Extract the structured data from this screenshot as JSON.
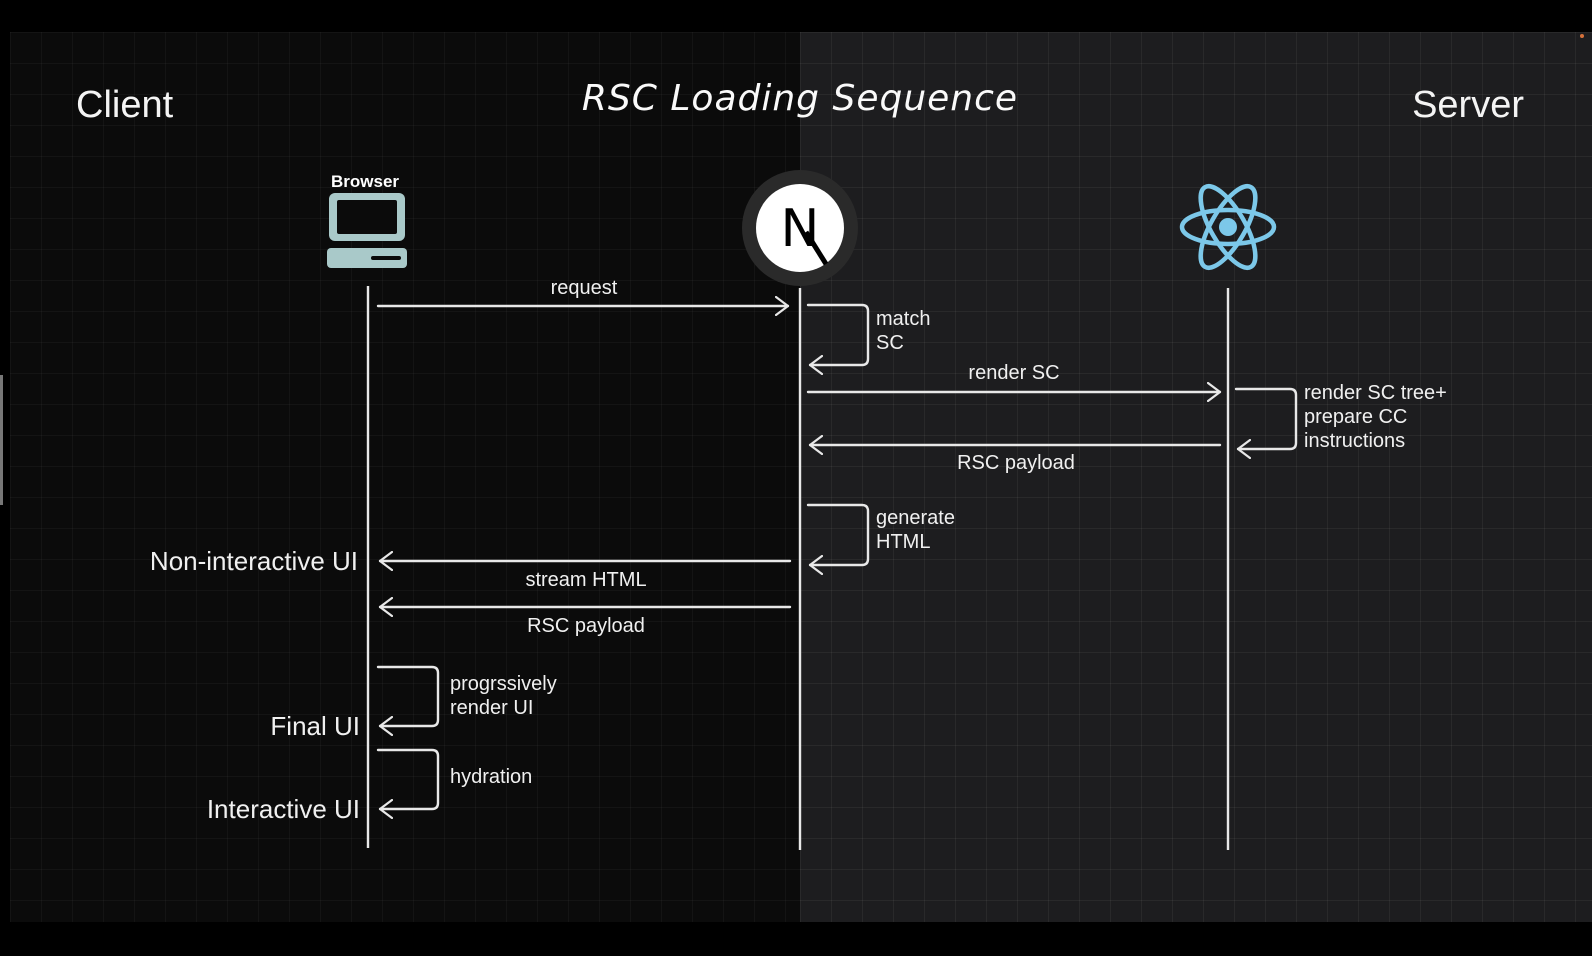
{
  "title": "RSC Loading Sequence",
  "left_title": "Client",
  "right_title": "Server",
  "actors": {
    "browser": {
      "label": "Browser",
      "icon": "laptop-icon"
    },
    "nextjs": {
      "logo_letter": "N",
      "icon": "nextjs-logo-icon"
    },
    "react": {
      "icon": "react-logo-icon",
      "color": "#7cc8e9"
    }
  },
  "messages": {
    "request": "request",
    "match_sc": "match\nSC",
    "render_sc": "render SC",
    "render_tree": "render SC tree+\nprepare CC\ninstructions",
    "rsc_payload_server": "RSC payload",
    "generate_html": "generate\nHTML",
    "stream_html": "stream HTML",
    "rsc_payload_client": "RSC payload",
    "progressively_render": "progrssively\nrender UI",
    "hydration": "hydration"
  },
  "states": {
    "non_interactive": "Non-interactive UI",
    "final": "Final UI",
    "interactive": "Interactive UI"
  },
  "colors": {
    "client_bg": "#0b0b0b",
    "server_bg": "#1d1d1f",
    "line": "#e8e8e8",
    "browser_icon": "#a9c9c9",
    "react": "#7cc8e9"
  }
}
